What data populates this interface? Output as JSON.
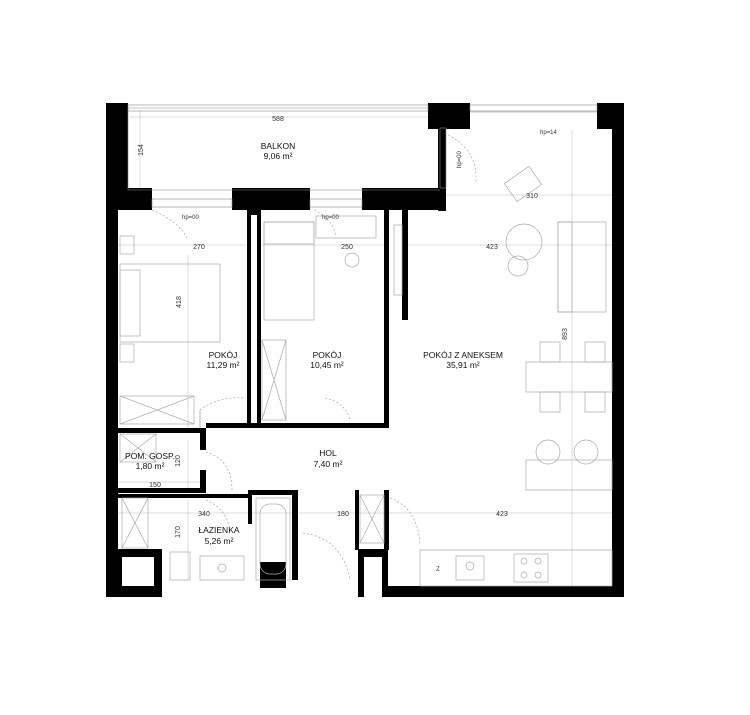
{
  "rooms": {
    "balkon": {
      "name": "BALKON",
      "area": "9,06 m²"
    },
    "pokoj1": {
      "name": "POKÓJ",
      "area": "11,29 m²"
    },
    "pokoj2": {
      "name": "POKÓJ",
      "area": "10,45 m²"
    },
    "pokoj_aneks": {
      "name": "POKÓJ Z ANEKSEM",
      "area": "35,91 m²"
    },
    "hol": {
      "name": "HOL",
      "area": "7,40 m²"
    },
    "pom_gosp": {
      "name": "POM. GOSP.",
      "area": "1,80 m²"
    },
    "lazienka": {
      "name": "ŁAZIENKA",
      "area": "5,26 m²"
    }
  },
  "dimensions": {
    "balkon_width": "588",
    "balkon_depth": "154",
    "pokoj1_width": "270",
    "pokoj1_depth": "418",
    "pokoj2_width": "250",
    "aneks_width_top": "423",
    "aneks_width_bottom": "423",
    "aneks_depth": "893",
    "balcony_right": "310",
    "pom_gosp_width": "150",
    "pom_gosp_depth": "120",
    "lazienka_width": "340",
    "lazienka_depth": "170",
    "hol_width": "180"
  },
  "heights": {
    "hp00_a": "hp=00",
    "hp00_b": "hp=00",
    "hp00_c": "hp=00",
    "hp14": "hp=14"
  },
  "kitchen_label": "Z",
  "colors": {
    "wall": "#000000",
    "line": "#888888",
    "furniture": "#aaaaaa"
  }
}
